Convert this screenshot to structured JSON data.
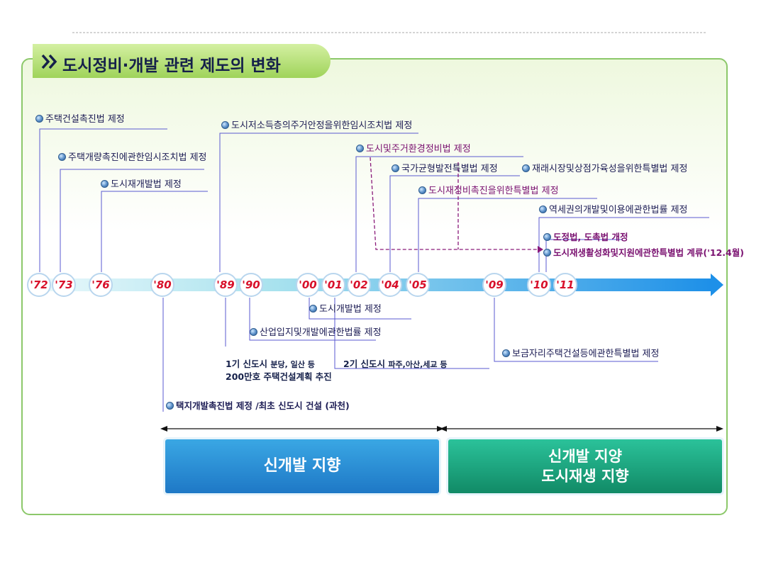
{
  "title": "도시정비·개발 관련 제도의 변화",
  "years": [
    "'72",
    "'73",
    "'76",
    "'80",
    "'89",
    "'90",
    "'00",
    "'01",
    "'02",
    "'04",
    "'05",
    "'09",
    "'10",
    "'11"
  ],
  "events_above": [
    {
      "text": "주택건설촉진법 제정"
    },
    {
      "text": "주택개량촉진에관한임시조치법 제정"
    },
    {
      "text": "도시재개발법 제정"
    },
    {
      "text": "도시저소득층의주거안정을위한임시조치법 제정"
    },
    {
      "text": "도시및주거환경정비법 제정"
    },
    {
      "text": "국가균형발전특별법 제정"
    },
    {
      "text": "재래시장및상점가육성을위한특별법 제정"
    },
    {
      "text": "도시재정비촉진을위한특별법 제정"
    },
    {
      "text": "역세권의개발및이용에관한법률 제정"
    },
    {
      "text": "도정법, 도촉법 개정"
    },
    {
      "text": "도시재생활성화및지원에관한특별법 계류('12.4월)"
    }
  ],
  "events_below": [
    {
      "text": "도시개발법 제정"
    },
    {
      "text": "산업입지및개발에관한법률 제정"
    },
    {
      "text": "보금자리주택건설등에관한특별법 제정"
    },
    {
      "text": "택지개발촉진법 제정 /최초 신도시 건설 (과천)"
    }
  ],
  "notes": {
    "first_new_town": "1기 신도시",
    "first_new_town_detail": "분당, 일산 등",
    "housing_plan": "200만호 주택건설계획 추진",
    "second_new_town": "2기 신도시",
    "second_new_town_detail": "파주,아산,세교 등"
  },
  "periods": {
    "period1": "신개발 지향",
    "period2_line1": "신개발 지양",
    "period2_line2": "도시재생 지향"
  },
  "colors": {
    "year_text": "#d8102a",
    "title_tab": "#9fd35a",
    "period1_box": "#1e78c6",
    "period2_box": "#118a66",
    "connector": "#5a5ad0",
    "dashed_arrow": "#8a1a7a"
  }
}
